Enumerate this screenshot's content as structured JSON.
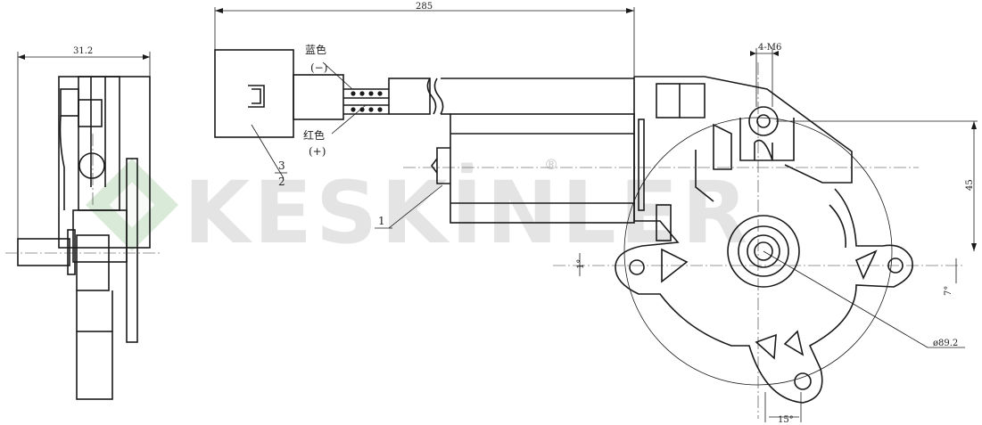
{
  "dimensions": {
    "side_width": "31.2",
    "overall_length": "285",
    "mount_hole_width": "4-M6",
    "height": "45",
    "diameter": "ø89.2",
    "angle_left": "1°",
    "angle_right": "7°",
    "angle_bottom": "15°"
  },
  "wires": {
    "blue_label": "蓝色",
    "blue_polarity": "(−)",
    "red_label": "红色",
    "red_polarity": "(+)"
  },
  "callouts": {
    "connector_numerator": "3",
    "connector_denominator": "2",
    "motor": "1"
  },
  "watermark": {
    "brand": "KESKİNLER",
    "registered": "®"
  }
}
